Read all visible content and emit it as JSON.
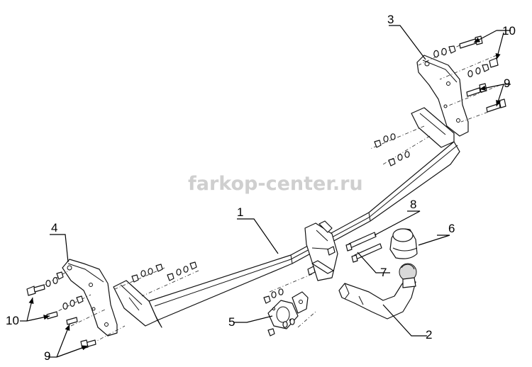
{
  "watermark": "farkop-center.ru",
  "callouts": {
    "c1": "1",
    "c2": "2",
    "c3": "3",
    "c4": "4",
    "c5": "5",
    "c6": "6",
    "c7": "7",
    "c8": "8",
    "c9_right": "9",
    "c10_right": "10",
    "c9_left": "9",
    "c10_left": "10"
  },
  "colors": {
    "line": "#111111",
    "watermark": "#cfcfcf",
    "background": "#ffffff"
  }
}
